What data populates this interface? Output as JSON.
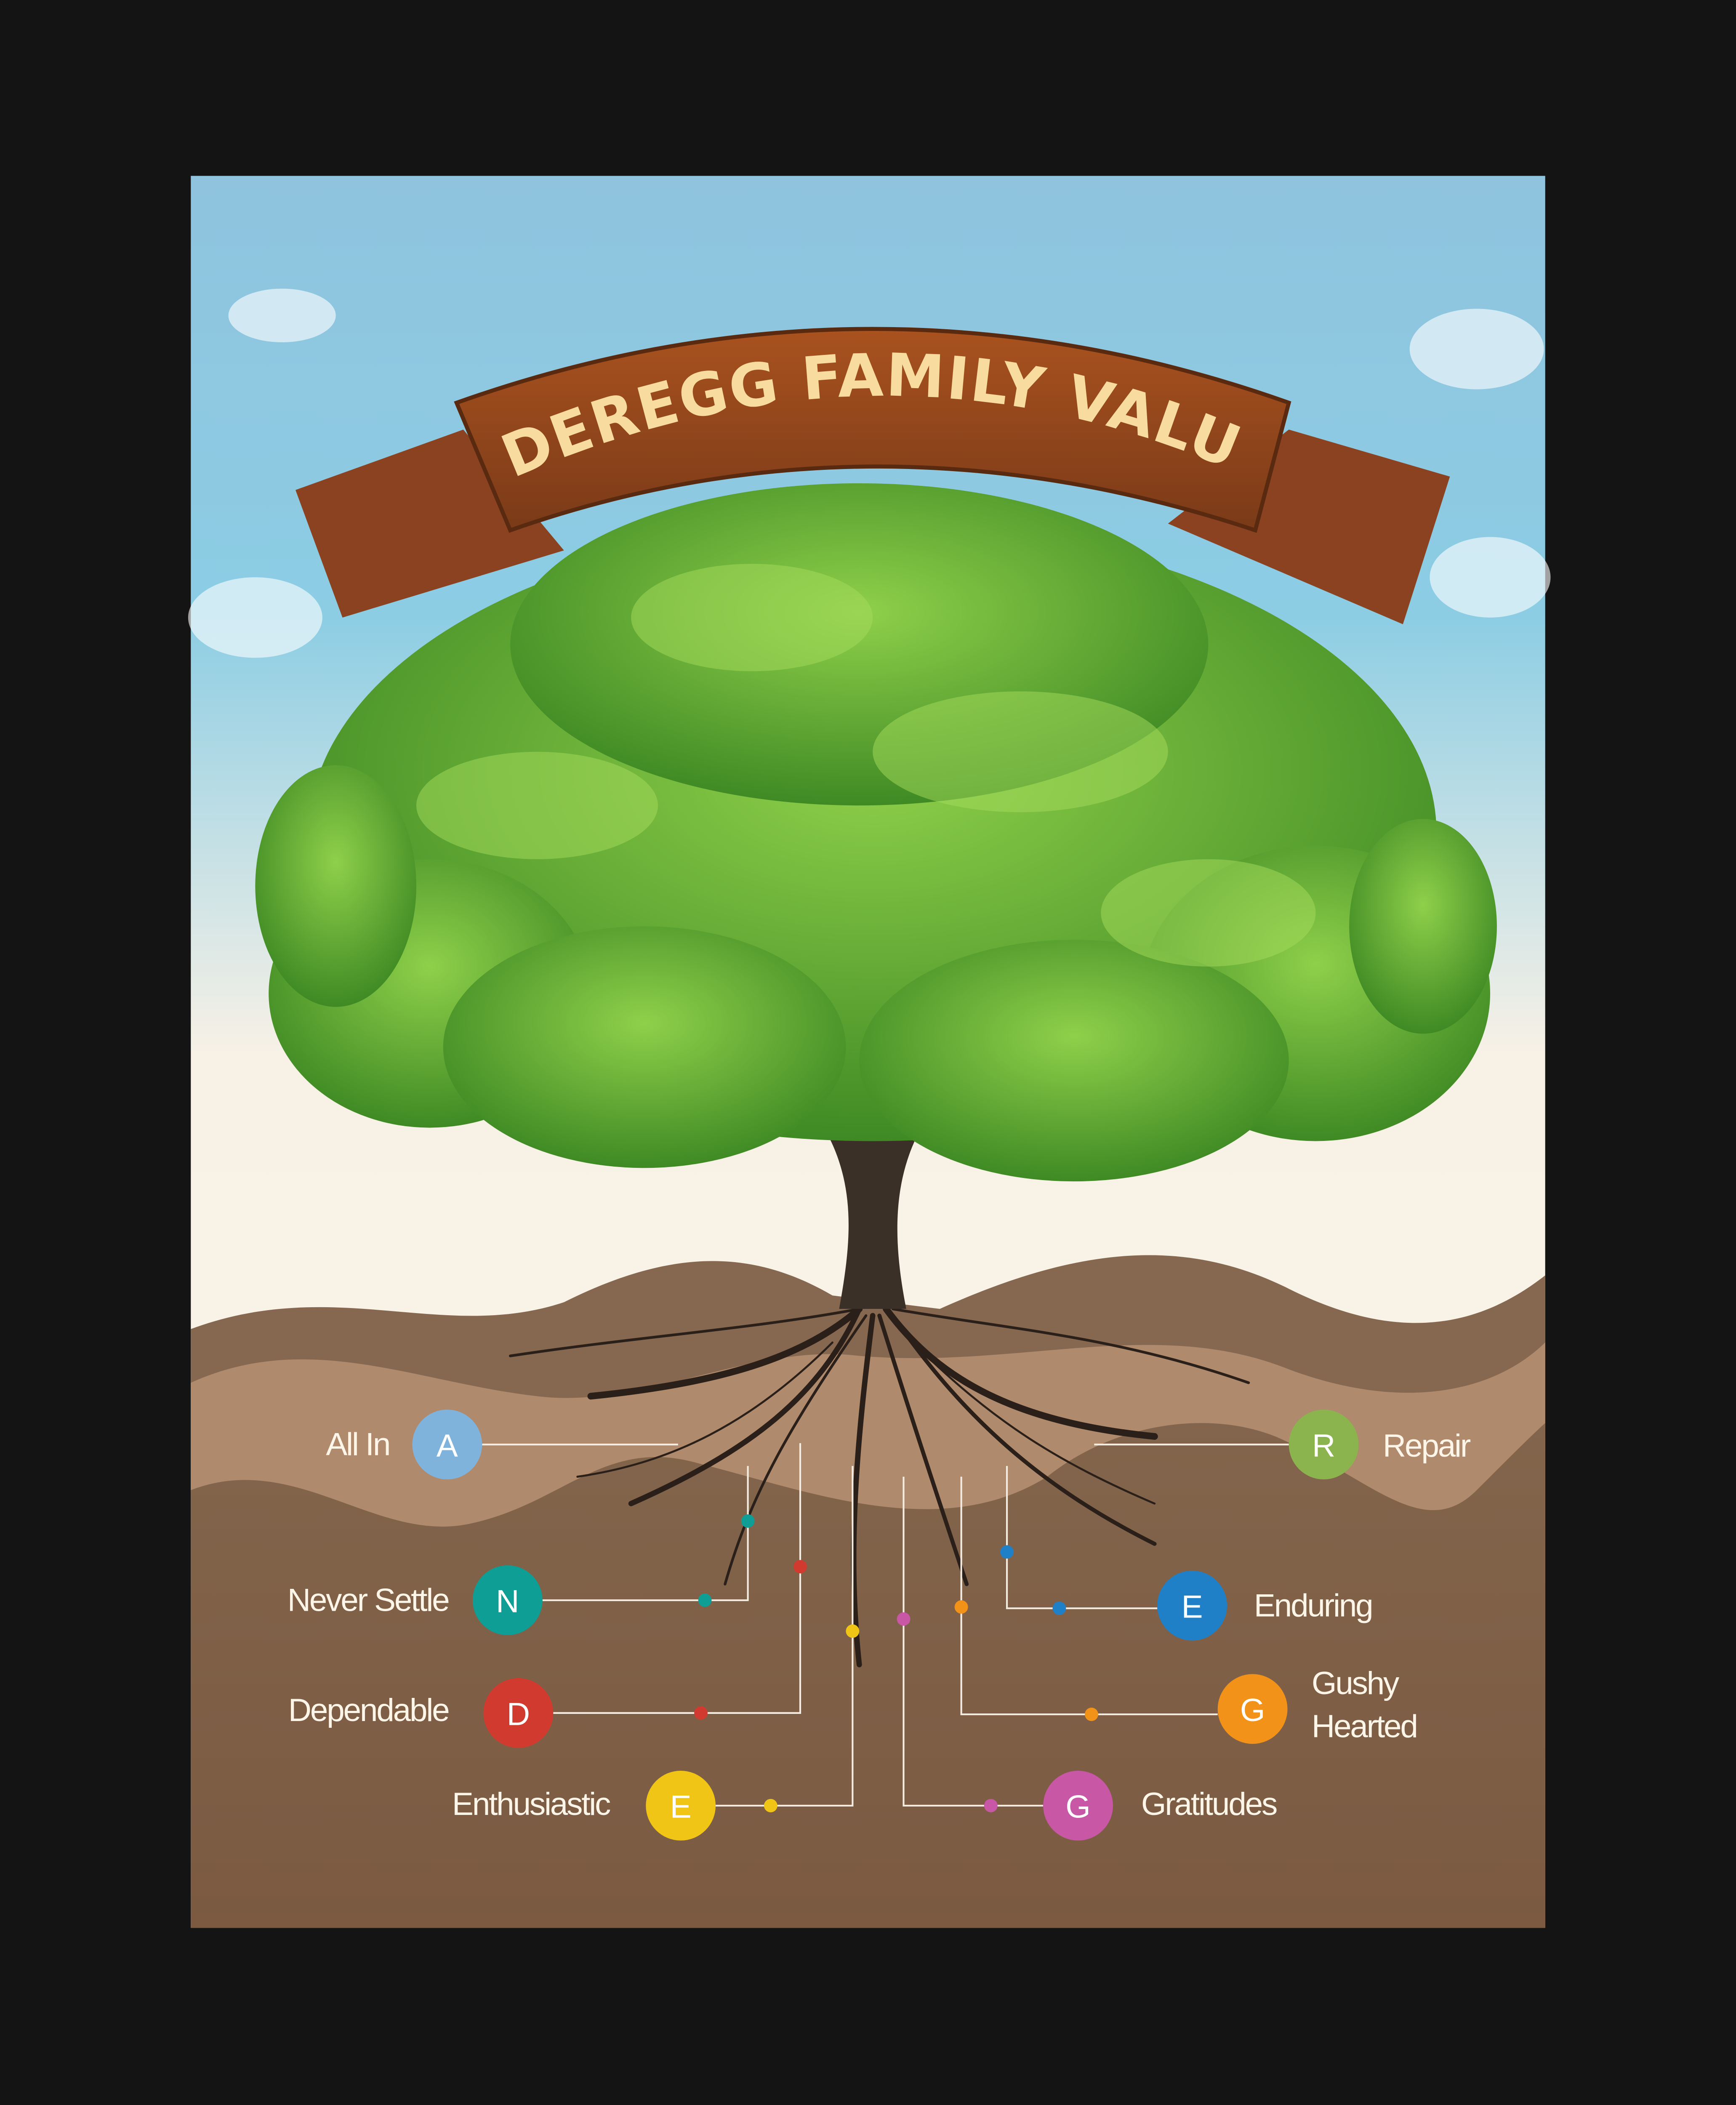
{
  "poster": {
    "title": "ANDEREGG FAMILY VALUES",
    "values": [
      {
        "letter": "A",
        "label": "All In",
        "color": "#7fb3dc"
      },
      {
        "letter": "N",
        "label": "Never Settle",
        "color": "#0e9e96"
      },
      {
        "letter": "D",
        "label": "Dependable",
        "color": "#d13b2f"
      },
      {
        "letter": "E",
        "label": "Enthusiastic",
        "color": "#f1c516"
      },
      {
        "letter": "R",
        "label": "Repair",
        "color": "#8bb44e"
      },
      {
        "letter": "E",
        "label": "Enduring",
        "color": "#1f80c8"
      },
      {
        "letter": "G",
        "label_line1": "Gushy",
        "label_line2": "Hearted",
        "color": "#f39219"
      },
      {
        "letter": "G",
        "label": "Gratitudes",
        "color": "#c857a6"
      }
    ]
  },
  "colors": {
    "sky_top": "#8fc3de",
    "sky_bottom": "#fcf5ea",
    "soil_light": "#b08a6c",
    "soil_dark": "#80634a",
    "wood": "#8a4220"
  }
}
